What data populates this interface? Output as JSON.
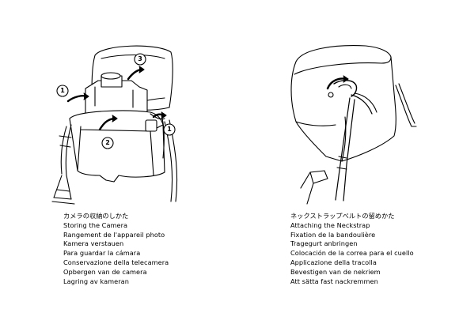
{
  "left_panel": {
    "step_labels": [
      "1",
      "2",
      "3",
      "1"
    ],
    "caption": [
      "カメラの収納のしかた",
      "Storing the Camera",
      "Rangement de l'appareil photo",
      "Kamera verstauen",
      "Para guardar la cámara",
      "Conservazione della telecamera",
      "Opbergen van de camera",
      "Lagring av kameran"
    ]
  },
  "right_panel": {
    "caption": [
      "ネックストラップベルトの留めかた",
      "Attaching the Neckstrap",
      "Fixation de la bandoulière",
      "Tragegurt anbringen",
      "Colocación de la correa para el cuello",
      "Applicazione della tracolla",
      "Bevestigen van de nekriem",
      "Att sätta fast nackremmen"
    ]
  },
  "colors": {
    "line": "#000000",
    "paper": "#ffffff"
  }
}
